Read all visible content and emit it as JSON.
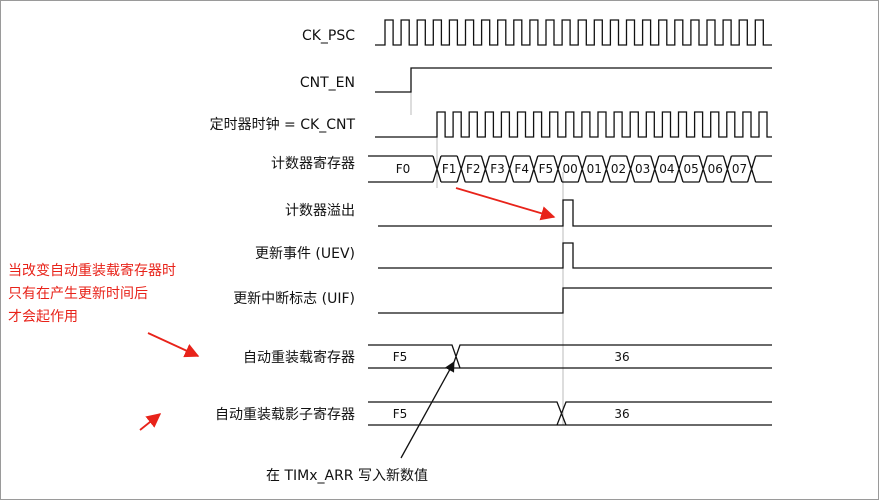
{
  "signals": {
    "ck_psc": "CK_PSC",
    "cnt_en": "CNT_EN",
    "ck_cnt": "定时器时钟 = CK_CNT",
    "counter_reg": "计数器寄存器",
    "counter_overflow": "计数器溢出",
    "uev": "更新事件 (UEV)",
    "uif": "更新中断标志 (UIF)",
    "arr": "自动重装载寄存器",
    "arr_shadow": "自动重装载影子寄存器"
  },
  "counter_values": [
    "F0",
    "F1",
    "F2",
    "F3",
    "F4",
    "F5",
    "00",
    "01",
    "02",
    "03",
    "04",
    "05",
    "06",
    "07"
  ],
  "arr_values": [
    "F5",
    "36"
  ],
  "arr_shadow_values": [
    "F5",
    "36"
  ],
  "note_lines": [
    "当改变自动重装载寄存器时",
    "只有在产生更新时间后",
    "才会起作用"
  ],
  "bottom_label": "在 TIMx_ARR 写入新数值",
  "colors": {
    "accent": "#e8231a",
    "line": "#111111",
    "guide": "#bbbbbb"
  }
}
